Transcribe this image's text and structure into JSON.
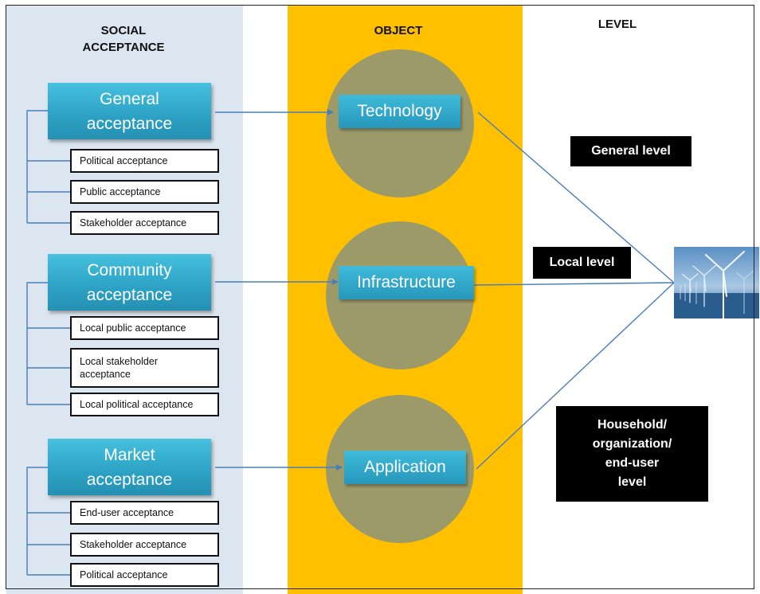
{
  "headers": {
    "social": [
      "SOCIAL",
      "ACCEPTANCE"
    ],
    "object": "OBJECT",
    "level": "LEVEL"
  },
  "categories": [
    {
      "lines": [
        "General",
        "acceptance"
      ],
      "subs": [
        [
          "Political acceptance"
        ],
        [
          "Public acceptance"
        ],
        [
          "Stakeholder acceptance"
        ]
      ]
    },
    {
      "lines": [
        "Community",
        "acceptance"
      ],
      "subs": [
        [
          "Local public acceptance"
        ],
        [
          "Local stakeholder",
          "acceptance"
        ],
        [
          "Local political acceptance"
        ]
      ]
    },
    {
      "lines": [
        "Market",
        "acceptance"
      ],
      "subs": [
        [
          "End-user acceptance"
        ],
        [
          "Stakeholder acceptance"
        ],
        [
          "Political acceptance"
        ]
      ]
    }
  ],
  "objects": [
    "Technology",
    "Infrastructure",
    "Application"
  ],
  "levels": [
    [
      "General level"
    ],
    [
      "Local level"
    ],
    [
      "Household/",
      "organization/",
      "end-user",
      "level"
    ]
  ],
  "image": "offshore-wind-turbines-photo",
  "colors": {
    "social_panel": "#dce6f1",
    "object_panel": "#ffc000",
    "circle": "#9d9a6a",
    "box_teal": "#2ea4c6",
    "connector": "#4a7ebb"
  }
}
